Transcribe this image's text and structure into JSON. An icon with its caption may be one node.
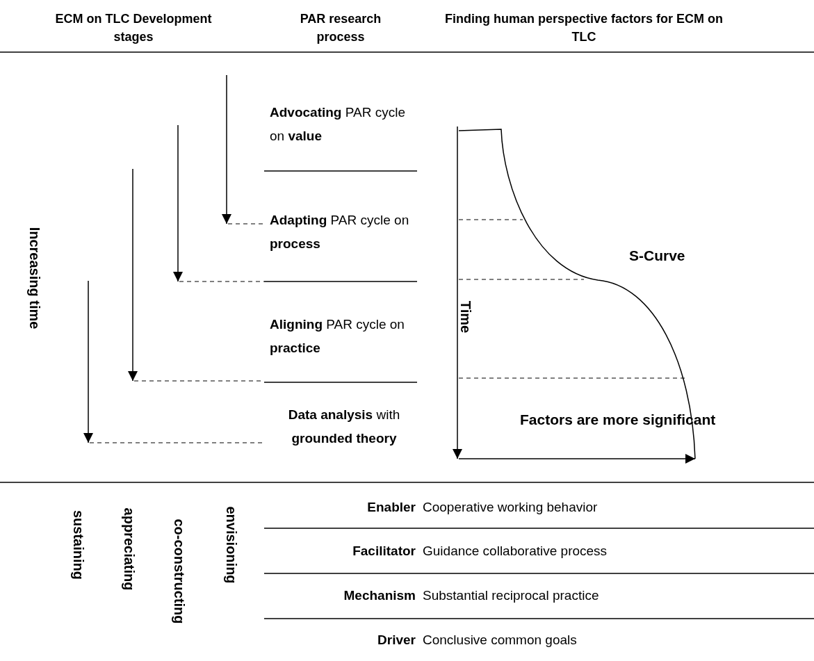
{
  "diagram": {
    "labels": [
      "ECM on TLC Development stages",
      "PAR research process",
      "Finding human perspective factors for ECM on TLC",
      "**Advocating** PAR cycle on **value**",
      "Increasing time",
      "**Adapting** PAR cycle on **process**",
      "S-Curve",
      "Time",
      "**Aligning** PAR cycle on **practice**",
      "Factors are more significant",
      "**Data analysis** with **grounded theory**",
      "sustaining",
      "appreciating",
      "co-constructing",
      "envisioning",
      "Enabler",
      "Cooperative working behavior",
      "Facilitator",
      "Guidance collaborative process",
      "Mechanism",
      "Substantial reciprocal practice",
      "Driver",
      "Conclusive common goals"
    ]
  }
}
